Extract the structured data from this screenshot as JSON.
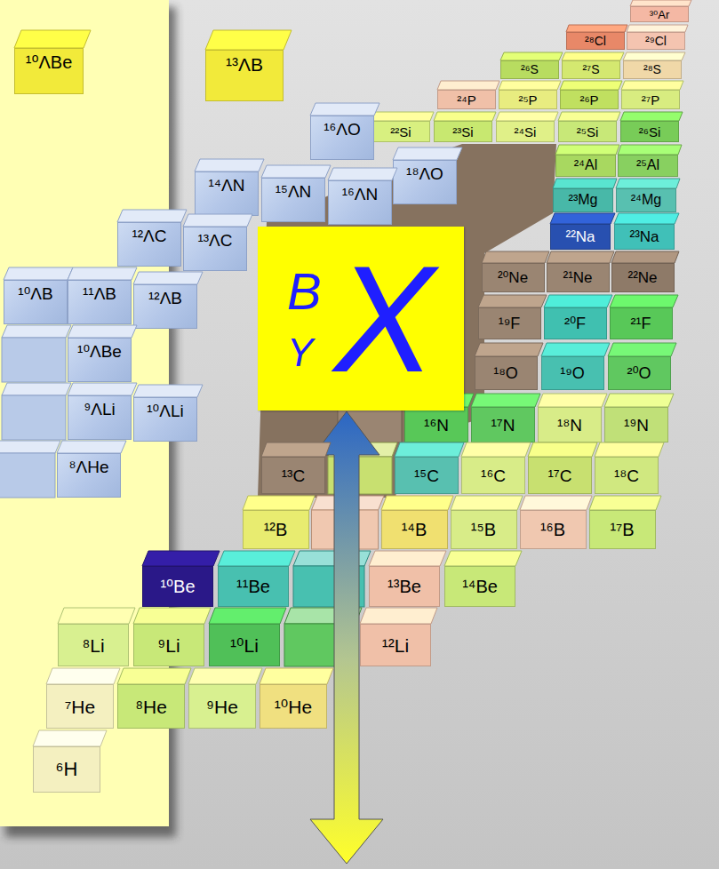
{
  "diagram": {
    "nodes": [
      {
        "text": [
          "¹⁰ΛBe"
        ]
      },
      {
        "text": [
          "¹³ΛB"
        ]
      },
      {
        "text": [
          "³⁰Ar"
        ]
      },
      {
        "text": [
          "²⁸Cl"
        ]
      },
      {
        "text": [
          "²⁹Cl"
        ]
      },
      {
        "text": [
          "²⁶S"
        ]
      },
      {
        "text": [
          "²⁷S"
        ]
      },
      {
        "text": [
          "²⁸S"
        ]
      },
      {
        "text": [
          "²⁴P"
        ]
      },
      {
        "text": [
          "²⁵P"
        ]
      },
      {
        "text": [
          "²⁶P"
        ]
      },
      {
        "text": [
          "²⁷P"
        ]
      },
      {
        "text": [
          "¹⁶ΛO"
        ]
      },
      {
        "text": [
          "²²Si"
        ]
      },
      {
        "text": [
          "²³Si"
        ]
      },
      {
        "text": [
          "²⁴Si"
        ]
      },
      {
        "text": [
          "²⁵Si"
        ]
      },
      {
        "text": [
          "²⁶Si"
        ]
      },
      {
        "text": [
          "²⁴Al"
        ]
      },
      {
        "text": [
          "²⁵Al"
        ]
      },
      {
        "text": [
          "¹⁸ΛO"
        ]
      },
      {
        "text": [
          "¹⁴ΛN"
        ]
      },
      {
        "text": [
          "¹⁵ΛN"
        ]
      },
      {
        "text": [
          "¹⁶ΛN"
        ]
      },
      {
        "text": [
          "²³Mg"
        ]
      },
      {
        "text": [
          "²⁴Mg"
        ]
      },
      {
        "text": [
          "B",
          "Y",
          "X"
        ]
      },
      {
        "text": [
          "²²Na"
        ]
      },
      {
        "text": [
          "²³Na"
        ]
      },
      {
        "text": [
          "¹²ΛC"
        ]
      },
      {
        "text": [
          "¹³ΛC"
        ]
      },
      {
        "text": [
          "²⁰Ne"
        ]
      },
      {
        "text": [
          "²¹Ne"
        ]
      },
      {
        "text": [
          "²²Ne"
        ]
      },
      {
        "text": [
          "¹⁰ΛB"
        ]
      },
      {
        "text": [
          "¹¹ΛB"
        ]
      },
      {
        "text": [
          "¹²ΛB"
        ]
      },
      {
        "text": [
          "¹⁹F"
        ]
      },
      {
        "text": [
          "²⁰F"
        ]
      },
      {
        "text": [
          "²¹F"
        ]
      },
      {
        "text": [
          "¹⁰ΛBe"
        ]
      },
      {
        "text": [
          "¹⁸O"
        ]
      },
      {
        "text": [
          "¹⁹O"
        ]
      },
      {
        "text": [
          "²⁰O"
        ]
      },
      {
        "text": [
          "⁹ΛLi"
        ]
      },
      {
        "text": [
          "¹⁰ΛLi"
        ]
      },
      {
        "text": [
          "¹⁶N"
        ]
      },
      {
        "text": [
          "¹⁷N"
        ]
      },
      {
        "text": [
          "¹⁸N"
        ]
      },
      {
        "text": [
          "¹⁹N"
        ]
      },
      {
        "text": [
          "⁸ΛHe"
        ]
      },
      {
        "text": [
          "¹³C"
        ]
      },
      {
        "text": [
          "¹⁵C"
        ]
      },
      {
        "text": [
          "¹⁶C"
        ]
      },
      {
        "text": [
          "¹⁷C"
        ]
      },
      {
        "text": [
          "¹⁸C"
        ]
      },
      {
        "text": [
          "¹²B"
        ]
      },
      {
        "text": [
          "¹⁴B"
        ]
      },
      {
        "text": [
          "¹⁵B"
        ]
      },
      {
        "text": [
          "¹⁶B"
        ]
      },
      {
        "text": [
          "¹⁷B"
        ]
      },
      {
        "text": [
          "¹⁰Be"
        ]
      },
      {
        "text": [
          "¹¹Be"
        ]
      },
      {
        "text": [
          "¹³Be"
        ]
      },
      {
        "text": [
          "¹⁴Be"
        ]
      },
      {
        "text": [
          "⁸Li"
        ]
      },
      {
        "text": [
          "⁹Li"
        ]
      },
      {
        "text": [
          "¹⁰Li"
        ]
      },
      {
        "text": [
          "¹²Li"
        ]
      },
      {
        "text": [
          "⁷He"
        ]
      },
      {
        "text": [
          "⁸He"
        ]
      },
      {
        "text": [
          "⁹He"
        ]
      },
      {
        "text": [
          "¹⁰He"
        ]
      },
      {
        "text": [
          "⁶H"
        ]
      }
    ]
  }
}
